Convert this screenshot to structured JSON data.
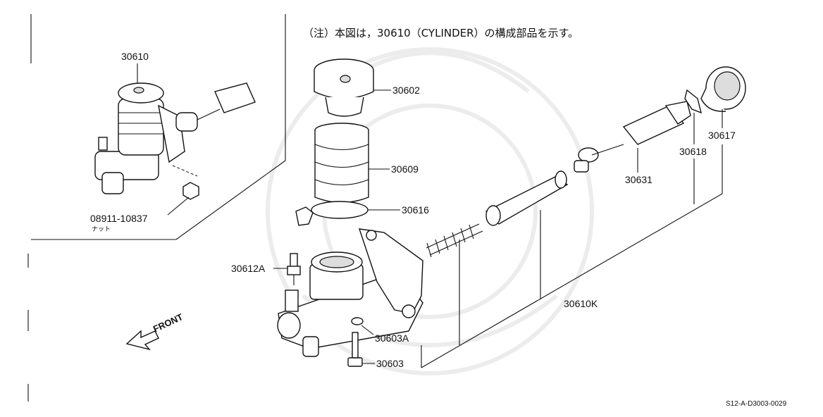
{
  "note": "（注）本図は，30610（CYLINDER）の構成部品を示す。",
  "front_label": "FRONT",
  "diagram_code": "S12-A-D3003-0029",
  "parts": {
    "assembly": "30610",
    "nut_part": "08911-10837",
    "nut_caption": "ナット",
    "cap": "30602",
    "diaphragm": "30609",
    "band": "30616",
    "bleeder": "30612A",
    "gasket": "30603A",
    "bolt": "30603",
    "repair_kit": "30610K",
    "push_rod": "30631",
    "snap_ring": "30618",
    "boot": "30617"
  }
}
